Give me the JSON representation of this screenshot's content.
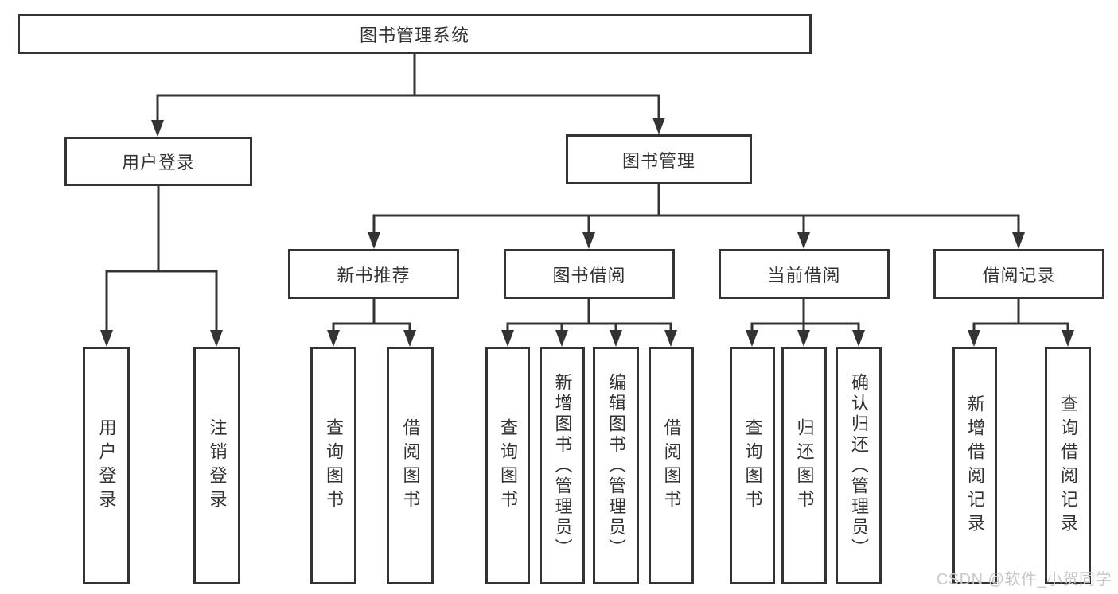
{
  "nodes": {
    "root": {
      "label": "图书管理系统"
    },
    "level2": [
      {
        "label": "用户登录"
      },
      {
        "label": "图书管理"
      }
    ],
    "level3": [
      {
        "label": "新书推荐"
      },
      {
        "label": "图书借阅"
      },
      {
        "label": "当前借阅"
      },
      {
        "label": "借阅记录"
      }
    ],
    "leaves": [
      {
        "label": "用户登录",
        "parent": "用户登录"
      },
      {
        "label": "注销登录",
        "parent": "用户登录"
      },
      {
        "label": "查询图书",
        "parent": "新书推荐"
      },
      {
        "label": "借阅图书",
        "parent": "新书推荐"
      },
      {
        "label": "查询图书",
        "parent": "图书借阅"
      },
      {
        "label": "新增图书（管理员）",
        "parent": "图书借阅"
      },
      {
        "label": "编辑图书（管理员）",
        "parent": "图书借阅"
      },
      {
        "label": "借阅图书",
        "parent": "图书借阅"
      },
      {
        "label": "查询图书",
        "parent": "当前借阅"
      },
      {
        "label": "归还图书",
        "parent": "当前借阅"
      },
      {
        "label": "确认归还（管理员）",
        "parent": "当前借阅"
      },
      {
        "label": "新增借阅记录",
        "parent": "借阅记录"
      },
      {
        "label": "查询借阅记录",
        "parent": "借阅记录"
      }
    ]
  },
  "watermark": {
    "text": "CSDN @软件_小贺同学"
  },
  "colors": {
    "line": "#333333",
    "text": "#333333",
    "box_background": "#ffffff",
    "page_background": "#ffffff",
    "watermark": "#c8c8c8"
  }
}
